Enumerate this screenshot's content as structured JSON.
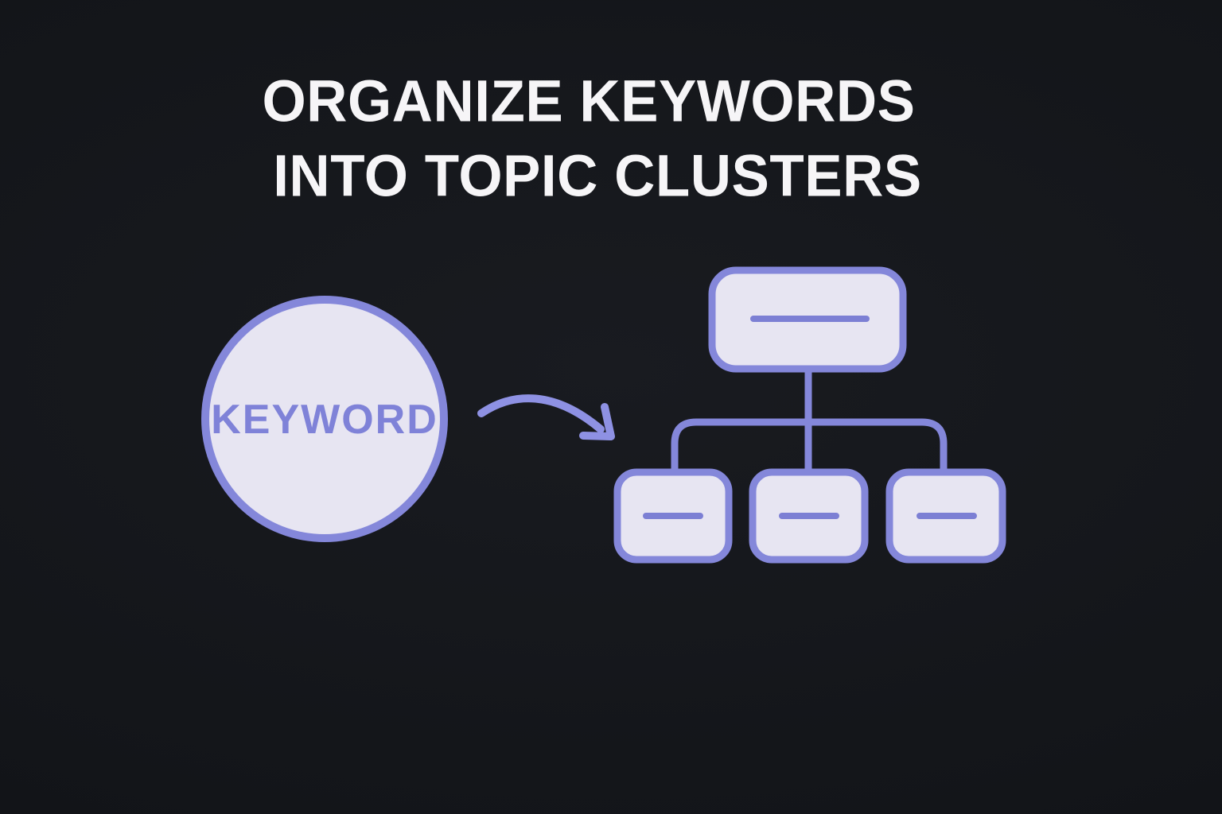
{
  "title": {
    "line1": "ORGANIZE KEYWORDS",
    "line2": "INTO TOPIC CLUSTERS"
  },
  "diagram": {
    "keyword_label": "KEYWORD",
    "topic_cluster": {
      "parent_nodes": 1,
      "child_nodes": 3,
      "node_text": "placeholder-line"
    }
  },
  "colors": {
    "bg-dark": "#121418",
    "bg-light": "#191b20",
    "title": "#f6f5f7",
    "purple": "#8487da",
    "node-fill": "#e7e5f2",
    "inner-line": "#7c7fd4",
    "arrow": "#8e91e3",
    "keyword-text": "#7f82d8"
  }
}
